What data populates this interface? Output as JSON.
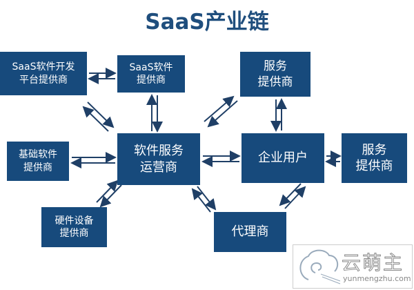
{
  "title": "SaaS产业链",
  "nodes": {
    "dev_platform": "SaaS软件开发\n平台提供商",
    "saas_provider": "SaaS软件\n提供商",
    "service_top": "服务\n提供商",
    "base_software": "基础软件\n提供商",
    "operator": "软件服务\n运营商",
    "enterprise": "企业用户",
    "service_right": "服务\n提供商",
    "hardware": "硬件设备\n提供商",
    "agent": "代理商"
  },
  "watermark": {
    "name": "云萌主",
    "url": "yunmengzhu.com"
  },
  "colors": {
    "box": "#174a7c",
    "arrow": "#1f3f66",
    "title": "#1f4e7d"
  }
}
